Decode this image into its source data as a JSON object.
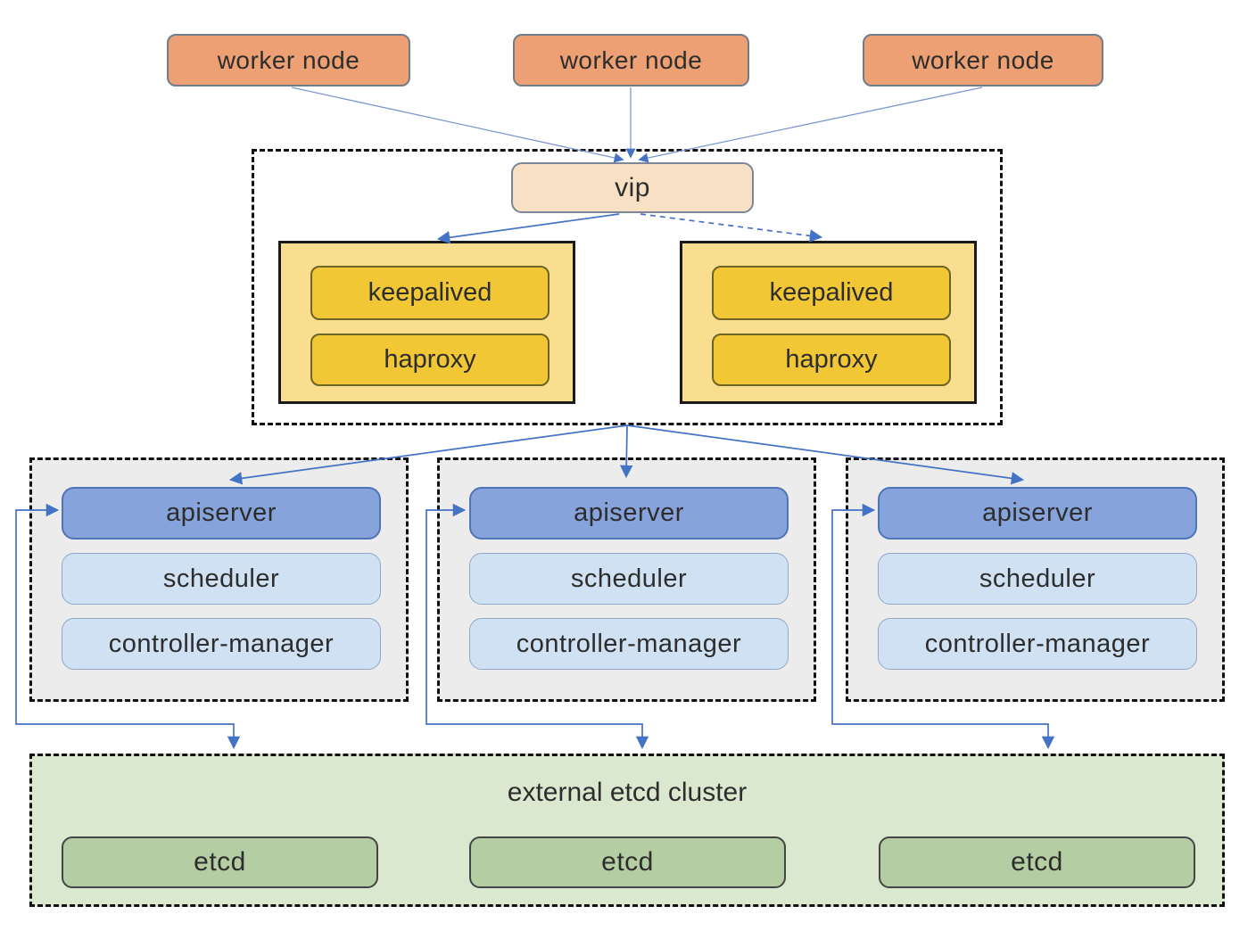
{
  "diagram": {
    "worker_nodes": [
      {
        "label": "worker node"
      },
      {
        "label": "worker node"
      },
      {
        "label": "worker node"
      }
    ],
    "vip": {
      "label": "vip"
    },
    "lb_nodes": [
      {
        "keepalived": "keepalived",
        "haproxy": "haproxy"
      },
      {
        "keepalived": "keepalived",
        "haproxy": "haproxy"
      }
    ],
    "master_groups": [
      {
        "apiserver": "apiserver",
        "scheduler": "scheduler",
        "controller_manager": "controller-manager"
      },
      {
        "apiserver": "apiserver",
        "scheduler": "scheduler",
        "controller_manager": "controller-manager"
      },
      {
        "apiserver": "apiserver",
        "scheduler": "scheduler",
        "controller_manager": "controller-manager"
      }
    ],
    "etcd_cluster": {
      "title": "external etcd cluster",
      "nodes": [
        "etcd",
        "etcd",
        "etcd"
      ]
    }
  },
  "colors": {
    "worker_fill": "#EDA074",
    "worker_border": "#6F7D8C",
    "vip_fill": "#F8E0C4",
    "vip_border": "#7A8799",
    "lb_container_fill": "#FADE8F",
    "lb_container_border": "#1A1A1A",
    "lb_box_fill": "#F2C735",
    "lb_box_border": "#6E6426",
    "group_fill": "#ECECEC",
    "dashed_border": "#111111",
    "apiserver_fill": "#87A3DC",
    "apiserver_border": "#4F74B8",
    "minor_fill": "#CFE1F3",
    "minor_border": "#8FA8C8",
    "etcd_container_fill": "#DAE8CF",
    "etcd_fill": "#B5CDA2",
    "etcd_border": "#444444",
    "arrow": "#4472C4",
    "worker_arrow": "#7C97CF",
    "text": "#2D2D2D"
  }
}
